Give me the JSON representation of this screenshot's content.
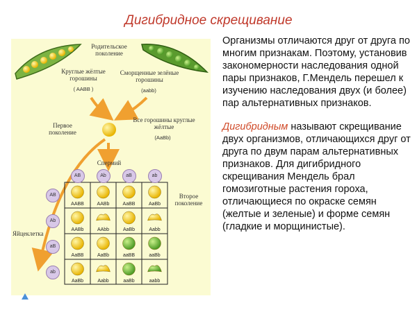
{
  "slide": {
    "title": "Дигибридное скрещивание"
  },
  "diagram": {
    "parents_label": "Родительское поколение",
    "parent_left": {
      "label": "Круглые жёлтые горошины",
      "genotype": "( AABB )"
    },
    "parent_right": {
      "label": "Сморщенные зелёные горошины",
      "genotype": "(aabb)"
    },
    "f1_label": "Первое поколение",
    "f1_desc": "Все горошины круглые жёлтые",
    "f1_genotype": "(AaBb)",
    "sperm_label": "Спермий",
    "egg_label": "Яйцеклетка",
    "f2_label": "Второе поколение",
    "sperm_gametes": [
      "AB",
      "Ab",
      "aB",
      "ab"
    ],
    "egg_gametes": [
      "AB",
      "Ab",
      "aB",
      "ab"
    ],
    "grid": [
      [
        "AABB",
        "AABb",
        "AaBB",
        "AaBb"
      ],
      [
        "AABb",
        "AAbb",
        "AaBb",
        "Aabb"
      ],
      [
        "AaBB",
        "AaBb",
        "aaBB",
        "aaBb"
      ],
      [
        "AaBb",
        "Aabb",
        "aaBb",
        "aabb"
      ]
    ],
    "colors": {
      "yellow": "#f0c419",
      "green": "#6abf3a",
      "background": "#fbfbd2",
      "arrow": "#f0a030",
      "gamete_circle": "#d8c8e8"
    }
  },
  "text": {
    "paragraph1": "Организмы отличаются друг от друга по многим признакам. Поэтому, установив закономерности наследования одной пары признаков, Г.Мендель перешел к изучению наследования двух (и более) пар альтернативных признаков.",
    "term": "Дигибридным",
    "paragraph2_rest": " называют скрещивание двух организмов, отличающихся друг от друга по двум парам альтернативных признаков. Для дигибридного скрещивания Мендель брал гомозиготные растения гороха, отличающиеся по окраске семян (желтые и зеленые) и форме семян (гладкие и морщинистые)."
  }
}
